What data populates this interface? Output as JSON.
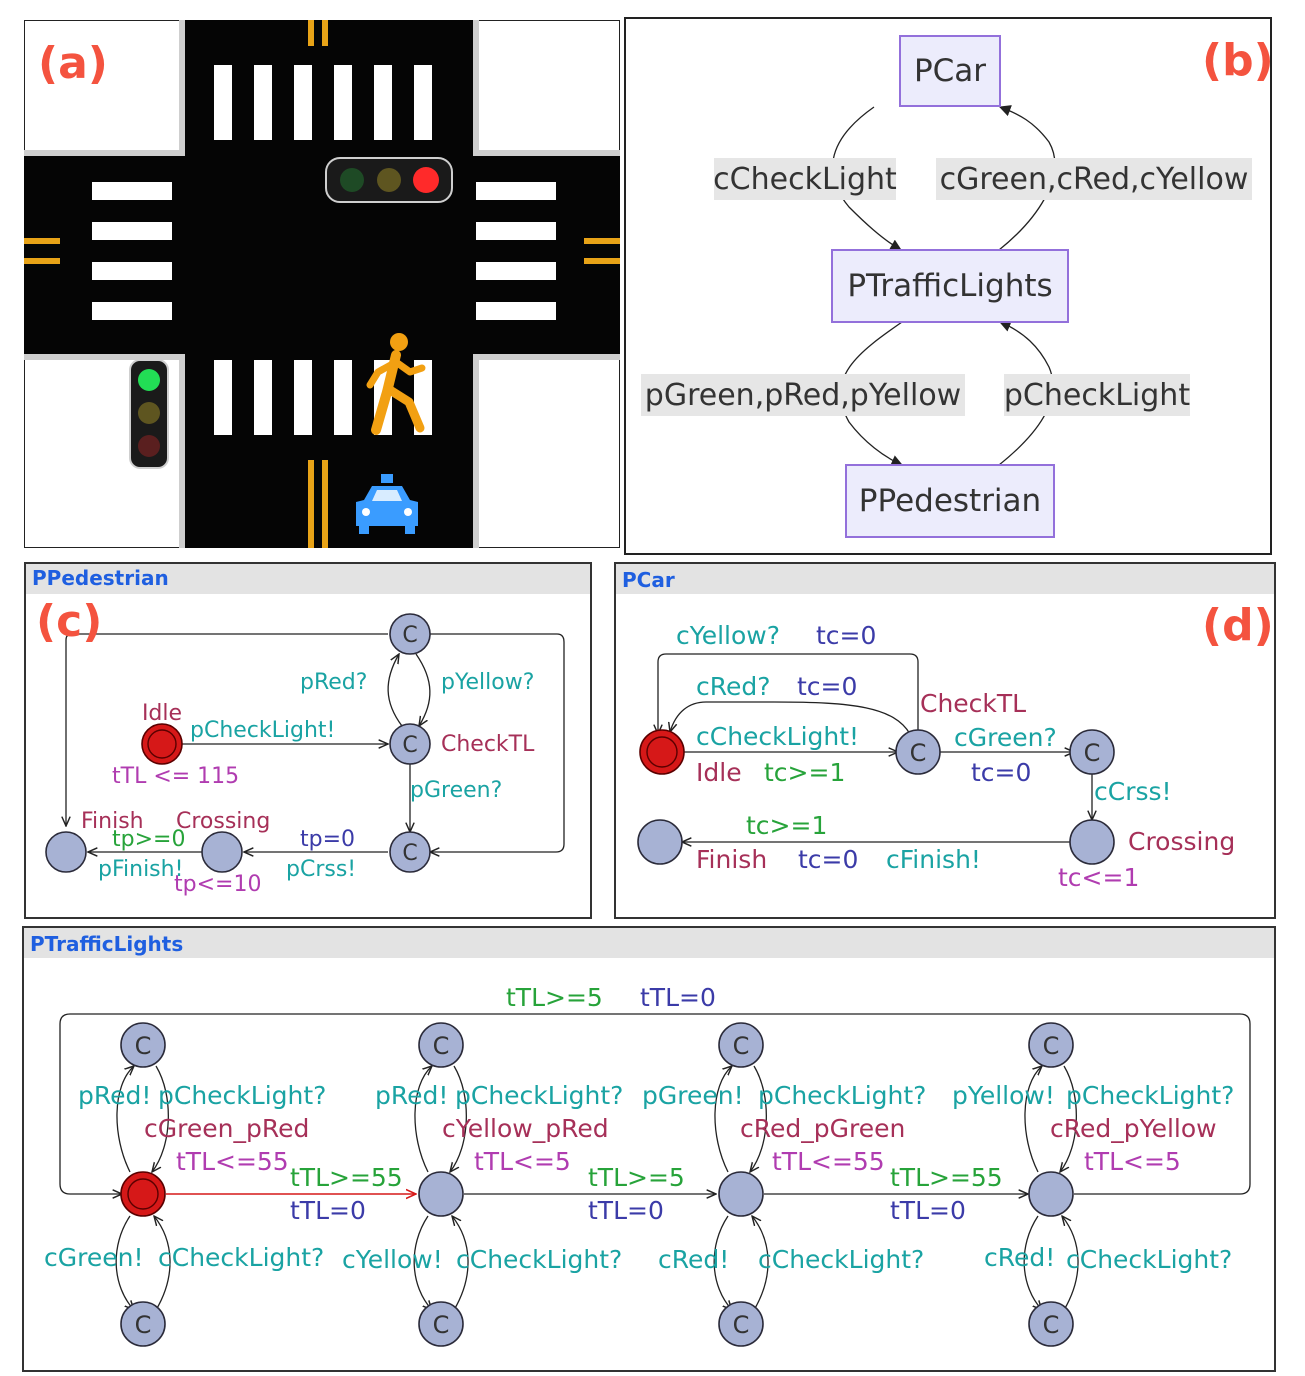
{
  "panels": {
    "a": {
      "tag": "(a)"
    },
    "b": {
      "tag": "(b)",
      "nodes": {
        "car": "PCar",
        "lights": "PTrafficLights",
        "ped": "PPedestrian"
      },
      "edges": {
        "car_to_lights": "cCheckLight",
        "lights_to_car": "cGreen,cRed,cYellow",
        "lights_to_ped": "pGreen,pRed,pYellow",
        "ped_to_lights": "pCheckLight"
      }
    },
    "c": {
      "tag": "(c)",
      "title": "PPedestrian",
      "labels": {
        "c_mark": "C",
        "idle": "Idle",
        "invariant_idle": "tTL <= 115",
        "checkLight": "pCheckLight!",
        "checkTL": "CheckTL",
        "red": "pRed?",
        "yellow": "pYellow?",
        "green": "pGreen?",
        "tp_reset": "tp=0",
        "crss": "pCrss!",
        "finish": "Finish",
        "crossing": "Crossing",
        "guard": "tp>=0",
        "pfinish": "pFinish!",
        "invariant_cross": "tp<=10"
      }
    },
    "d": {
      "tag": "(d)",
      "title": "PCar",
      "labels": {
        "c_mark": "C",
        "yellow": "cYellow?",
        "tc_reset1": "tc=0",
        "red": "cRed?",
        "tc_reset2": "tc=0",
        "checkLight": "cCheckLight!",
        "checkTL": "CheckTL",
        "green": "cGreen?",
        "idle": "Idle",
        "guard_idle": "tc>=1",
        "tc_reset3": "tc=0",
        "crss": "cCrss!",
        "guard_fin": "tc>=1",
        "finish": "Finish",
        "tc_reset4": "tc=0",
        "cfinish": "cFinish!",
        "crossing": "Crossing",
        "invariant_cross": "tc<=1"
      }
    },
    "e": {
      "title": "PTrafficLights",
      "labels": {
        "c_mark": "C",
        "top_guard": "tTL>=5",
        "top_reset": "tTL=0",
        "s1_up_left": "pRed!",
        "s1_up_right": "pCheckLight?",
        "s1_name": "cGreen_pRed",
        "s1_inv": "tTL<=55",
        "s1_down_left": "cGreen!",
        "s1_down_right": "cCheckLight?",
        "e12_guard": "tTL>=55",
        "e12_reset": "tTL=0",
        "s2_up_left": "pRed!",
        "s2_up_right": "pCheckLight?",
        "s2_name": "cYellow_pRed",
        "s2_inv": "tTL<=5",
        "s2_down_left": "cYellow!",
        "s2_down_right": "cCheckLight?",
        "e23_guard": "tTL>=5",
        "e23_reset": "tTL=0",
        "s3_up_left": "pGreen!",
        "s3_up_right": "pCheckLight?",
        "s3_name": "cRed_pGreen",
        "s3_inv": "tTL<=55",
        "s3_down_left": "cRed!",
        "s3_down_right": "cCheckLight?",
        "e34_guard": "tTL>=55",
        "e34_reset": "tTL=0",
        "s4_up_left": "pYellow!",
        "s4_up_right": "pCheckLight?",
        "s4_name": "cRed_pYellow",
        "s4_inv": "tTL<=5",
        "s4_down_left": "cRed!",
        "s4_down_right": "cCheckLight?"
      }
    }
  },
  "colors": {
    "tag": "#f4533f",
    "title": "#1f5fe0",
    "sync": "#1aa3a3",
    "guard": "#27a33a",
    "reset": "#3b3ba8",
    "location": "#a63058",
    "invariant": "#b03cb0",
    "node_fill": "#ececfc",
    "node_stroke": "#9370db"
  },
  "icons": [
    "traffic-light-icon",
    "pedestrian-icon",
    "car-icon"
  ]
}
